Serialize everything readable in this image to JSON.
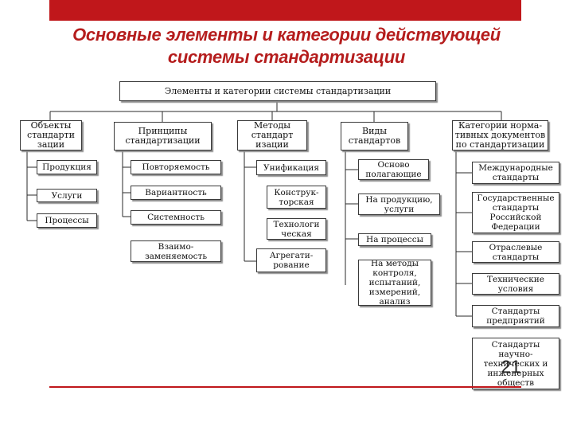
{
  "title": {
    "line1": "Основные элементы и категории действующей",
    "line2": "системы стандартизации"
  },
  "root": "Элементы и категории системы стандартизации",
  "columns": [
    {
      "header": "Объекты\nстандарти\nзации",
      "items": [
        "Продукция",
        "Услуги",
        "Процессы"
      ]
    },
    {
      "header": "Принципы\nстандартизации",
      "items": [
        "Повторяемость",
        "Вариантность",
        "Системность",
        "Взаимо-\nзаменяемость"
      ]
    },
    {
      "header": "Методы\nстандарт\nизации",
      "items": [
        "Унификация",
        "Конструк-\nторская",
        "Технологи\nческая",
        "Агрегати-\nрование"
      ]
    },
    {
      "header": "Виды\nстандартов",
      "items": [
        "Осново\nполагающие",
        "На продукцию,\nуслуги",
        "На процессы",
        "На методы\nконтроля,\nиспытаний,\nизмерений,\nанализ"
      ]
    },
    {
      "header": "Категории норма-\nтивных документов\nпо стандартизации",
      "items": [
        "Международные\nстандарты",
        "Государственные\nстандарты\nРоссийской\nФедерации",
        "Отраслевые\nстандарты",
        "Технические\nусловия",
        "Стандарты\nпредприятий",
        "Стандарты\nнаучно-\nтехнических и\nинженерных\nобществ"
      ]
    }
  ],
  "page_number": "21"
}
